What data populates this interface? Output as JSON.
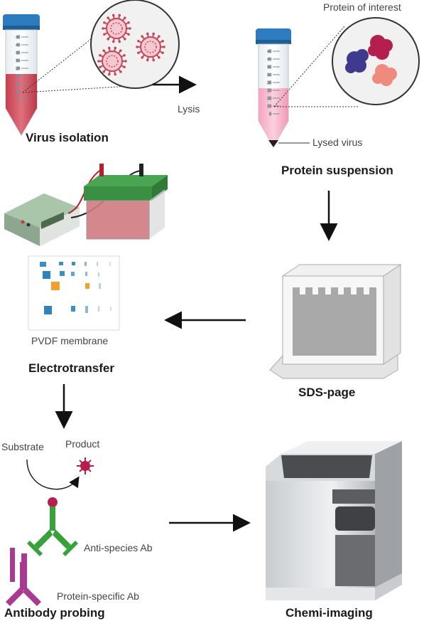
{
  "labels": {
    "virus_isolation": "Virus isolation",
    "lysis": "Lysis",
    "protein_of_interest": "Protein of interest",
    "lysed_virus": "Lysed virus",
    "protein_suspension": "Protein suspension",
    "pvdf_membrane": "PVDF membrane",
    "electrotransfer": "Electrotransfer",
    "sds_page": "SDS-page",
    "substrate": "Substrate",
    "product": "Product",
    "anti_species_ab": "Anti-species Ab",
    "protein_specific_ab": "Protein-specific Ab",
    "antibody_probing": "Antibody probing",
    "chemi_imaging": "Chemi-imaging"
  },
  "tube_scale": [
    "45",
    "40",
    "35",
    "30",
    "25",
    "20",
    "15",
    "10",
    "5"
  ],
  "colors": {
    "cap_blue": "#2d7cc0",
    "virus_red": "#c8475c",
    "lysate_pink": "#f4a6c0",
    "antibody_green": "#39a13a",
    "antibody_purple": "#a93a91",
    "band_blue": "#3b8fc4",
    "band_orange": "#f0a030",
    "arrow": "#111111"
  }
}
